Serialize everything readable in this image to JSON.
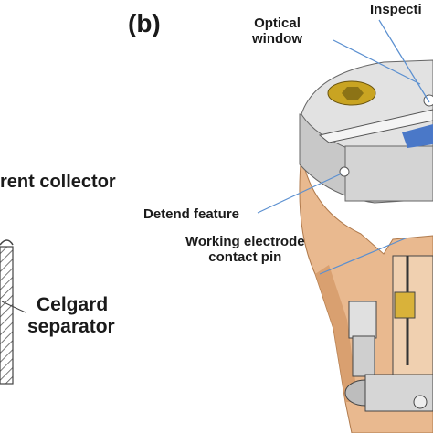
{
  "panel_letter": "(b)",
  "labels": {
    "current_collector": "rent collector",
    "celgard_line1": "Celgard",
    "celgard_line2": "separator",
    "optical_line1": "Optical",
    "optical_line2": "window",
    "inspection": "Inspecti",
    "detend": "Detend feature",
    "working_line1": "Working electrode",
    "working_line2": "contact pin"
  },
  "colors": {
    "housing_gray": "#d8d8d8",
    "housing_dark": "#a9a9a9",
    "body_orange": "#e9b98f",
    "body_orange_dark": "#c98c5a",
    "screw_gold": "#c9a422",
    "window_blue": "#4a78c8",
    "leader_blue": "#5a8fd0",
    "hatch": "#444444",
    "text": "#1a1a1a"
  }
}
